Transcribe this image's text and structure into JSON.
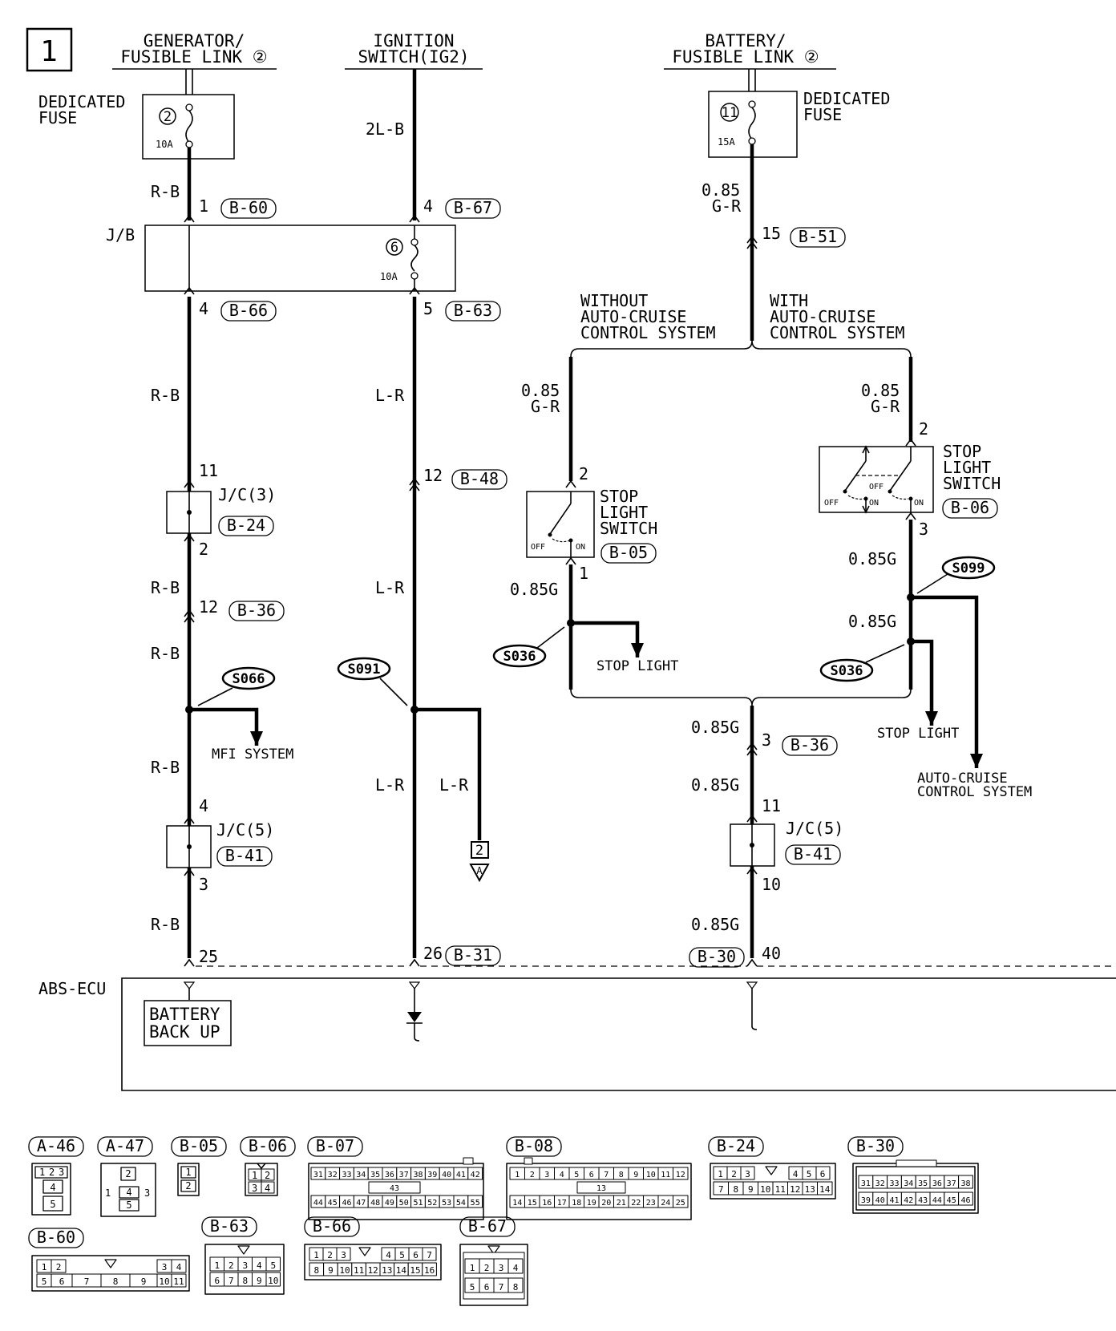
{
  "page_number": "1",
  "sources": {
    "generator": [
      "GENERATOR/",
      "FUSIBLE LINK ②"
    ],
    "ignition": [
      "IGNITION",
      "SWITCH(IG2)"
    ],
    "battery": [
      "BATTERY/",
      "FUSIBLE LINK ②"
    ]
  },
  "fuses": {
    "left_label": [
      "DEDICATED",
      "FUSE"
    ],
    "left_number": "2",
    "left_rating": "10A",
    "right_label": [
      "DEDICATED",
      "FUSE"
    ],
    "right_number": "11",
    "right_rating": "15A",
    "jb_number": "6",
    "jb_rating": "10A"
  },
  "jb_label": "J/B",
  "wires": {
    "rb": "R-B",
    "l2b": "2L-B",
    "lr": "L-R",
    "g085": "0.85",
    "gr": "G-R",
    "g085g": "0.85G"
  },
  "pins": {
    "p1": "1",
    "p2": "2",
    "p3": "3",
    "p4": "4",
    "p5": "5",
    "p10": "10",
    "p11": "11",
    "p12": "12",
    "p15": "15",
    "p25": "25",
    "p26": "26",
    "p40": "40"
  },
  "connectors": {
    "b60": "B-60",
    "b67": "B-67",
    "b51": "B-51",
    "b66": "B-66",
    "b63": "B-63",
    "b24": "B-24",
    "b48": "B-48",
    "b36": "B-36",
    "b05": "B-05",
    "b06": "B-06",
    "b41": "B-41",
    "b30": "B-30",
    "b31": "B-31",
    "a46": "A-46",
    "a47": "A-47",
    "b07": "B-07",
    "b08": "B-08"
  },
  "junctions": {
    "jc3": "J/C(3)",
    "jc5": "J/C(5)"
  },
  "splices": {
    "s066": "S066",
    "s091": "S091",
    "s036": "S036",
    "s099": "S099"
  },
  "branch": {
    "without": [
      "WITHOUT",
      "AUTO-CRUISE",
      "CONTROL SYSTEM"
    ],
    "with": [
      "WITH",
      "AUTO-CRUISE",
      "CONTROL SYSTEM"
    ]
  },
  "switch_label": [
    "STOP",
    "LIGHT",
    "SWITCH"
  ],
  "switch_states": {
    "off": "OFF",
    "on": "ON"
  },
  "outputs": {
    "mfi": "MFI SYSTEM",
    "stop_light": "STOP LIGHT",
    "auto_cruise": [
      "AUTO-CRUISE",
      "CONTROL SYSTEM"
    ]
  },
  "ref_box": "2",
  "ref_triangle": "A",
  "ecu": {
    "label": "ABS-ECU",
    "box": [
      "BATTERY",
      "BACK UP"
    ]
  },
  "connector_pins": {
    "a46": [
      "1",
      "2",
      "3",
      "4",
      "5"
    ],
    "a47": [
      "1",
      "2",
      "3",
      "4",
      "5"
    ],
    "b05": [
      "1",
      "2"
    ],
    "b06": [
      "1",
      "2",
      "3",
      "4"
    ],
    "b07_top": [
      "31",
      "32",
      "33",
      "34",
      "35",
      "36",
      "37",
      "38",
      "39",
      "40",
      "41",
      "42"
    ],
    "b07_mid": "43",
    "b07_bot": [
      "44",
      "45",
      "46",
      "47",
      "48",
      "49",
      "50",
      "51",
      "52",
      "53",
      "54",
      "55"
    ],
    "b08_top": [
      "1",
      "2",
      "3",
      "4",
      "5",
      "6",
      "7",
      "8",
      "9",
      "10",
      "11",
      "12"
    ],
    "b08_mid": "13",
    "b08_bot": [
      "14",
      "15",
      "16",
      "17",
      "18",
      "19",
      "20",
      "21",
      "22",
      "23",
      "24",
      "25"
    ],
    "b24_top": [
      "1",
      "2",
      "3",
      "4",
      "5",
      "6"
    ],
    "b24_bot": [
      "7",
      "8",
      "9",
      "10",
      "11",
      "12",
      "13",
      "14"
    ],
    "b30_top": [
      "31",
      "32",
      "33",
      "34",
      "35",
      "36",
      "37",
      "38"
    ],
    "b30_bot": [
      "39",
      "40",
      "41",
      "42",
      "43",
      "44",
      "45",
      "46"
    ],
    "b60_top": [
      "1",
      "2",
      "3",
      "4"
    ],
    "b60_bot": [
      "5",
      "6",
      "7",
      "8",
      "9",
      "10",
      "11"
    ],
    "b63_top": [
      "1",
      "2",
      "3",
      "4",
      "5"
    ],
    "b63_bot": [
      "6",
      "7",
      "8",
      "9",
      "10"
    ],
    "b66_top": [
      "1",
      "2",
      "3",
      "4",
      "5",
      "6",
      "7"
    ],
    "b66_bot": [
      "8",
      "9",
      "10",
      "11",
      "12",
      "13",
      "14",
      "15",
      "16"
    ],
    "b67_top": [
      "1",
      "2",
      "3",
      "4"
    ],
    "b67_bot": [
      "5",
      "6",
      "7",
      "8"
    ]
  }
}
